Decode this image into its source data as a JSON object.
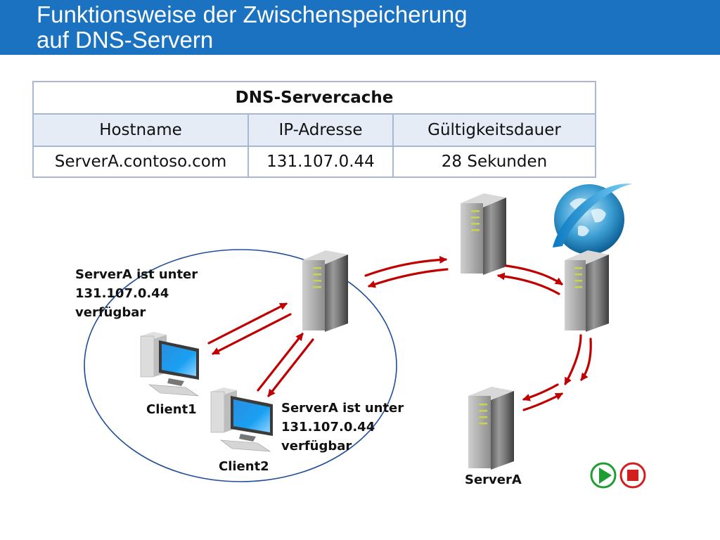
{
  "slide": {
    "title_line1": "Funktionsweise der Zwischenspeicherung",
    "title_line2": "auf DNS-Servern",
    "header_color": "#1a72c0"
  },
  "cache_table": {
    "caption": "DNS-Servercache",
    "columns": [
      "Hostname",
      "IP-Adresse",
      "Gültigkeitsdauer"
    ],
    "rows": [
      [
        "ServerA.contoso.com",
        "131.107.0.44",
        "28 Sekunden"
      ]
    ]
  },
  "diagram": {
    "note_client1": {
      "line1": "ServerA ist unter",
      "line2": "131.107.0.44",
      "line3": "verfügbar"
    },
    "note_client2": {
      "line1": "ServerA ist unter",
      "line2": "131.107.0.44",
      "line3": "verfügbar"
    },
    "client1_label": "Client1",
    "client2_label": "Client2",
    "servera_label": "ServerA",
    "arrow_color": "#c00000",
    "ellipse_color": "#1f4e99"
  },
  "controls": {
    "play_icon": "play-icon",
    "stop_icon": "stop-icon",
    "play_color": "#1e9e32",
    "stop_color": "#d21e1e"
  }
}
